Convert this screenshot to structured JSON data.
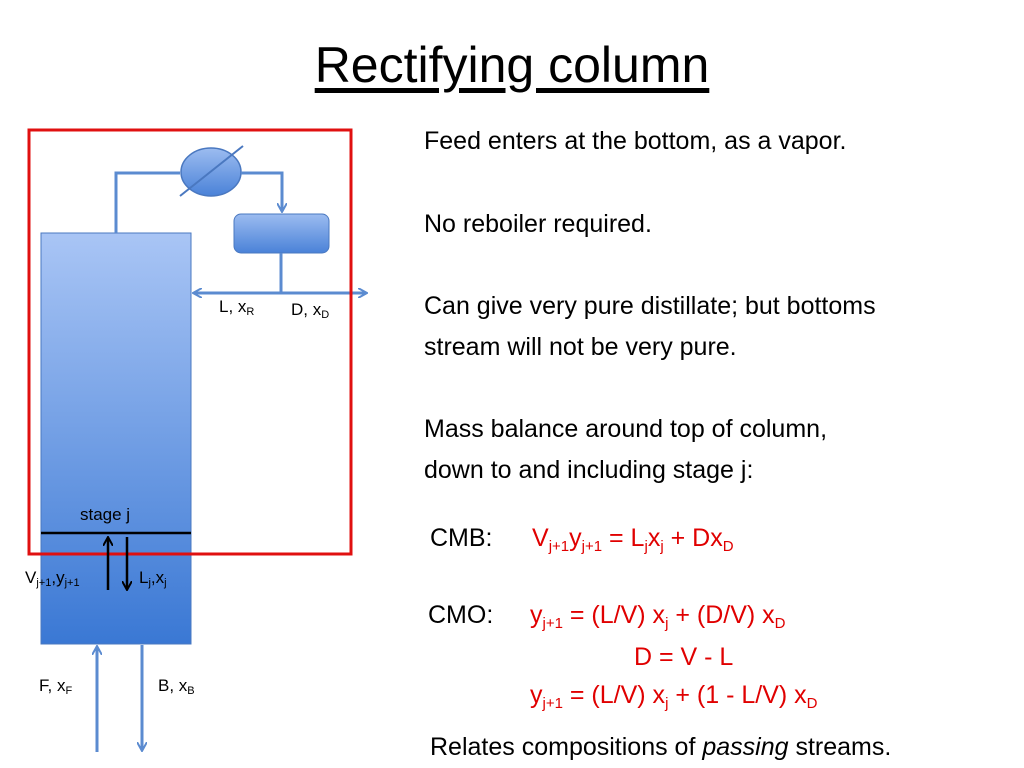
{
  "title": "Rectifying column",
  "diagram": {
    "label_reflux_main": "L, x",
    "label_reflux_sub": "R",
    "label_distillate_main": "D, x",
    "label_distillate_sub": "D",
    "label_stage": "stage j",
    "label_vapor_v": "V",
    "label_vapor_v_sub": "j+1",
    "label_vapor_y": ",y",
    "label_vapor_y_sub": "j+1",
    "label_liquid_l": "L",
    "label_liquid_l_sub": "j",
    "label_liquid_x": ",x",
    "label_liquid_x_sub": "j",
    "label_feed_main": "F, x",
    "label_feed_sub": "F",
    "label_bottoms_main": "B, x",
    "label_bottoms_sub": "B"
  },
  "text": {
    "line1": "Feed enters at the bottom, as a vapor.",
    "line2": "No reboiler required.",
    "line3a": "Can give very pure distillate; but bottoms",
    "line3b": "stream will not be very pure.",
    "line4a": "Mass balance around top of column,",
    "line4b": "down to and including stage j:",
    "last_pre": "Relates compositions of ",
    "last_italic": "passing",
    "last_post": " streams."
  },
  "equations": {
    "cmb_label": "CMB:",
    "cmb_V": "V",
    "cmb_V_sub": "j+1",
    "cmb_y": "y",
    "cmb_y_sub": "j+1",
    "cmb_eq_L": " = L",
    "cmb_L_sub": "j",
    "cmb_x": "x",
    "cmb_x_sub": "j",
    "cmb_plus_D": " + Dx",
    "cmb_D_sub": "D",
    "cmo_label": "CMO:",
    "cmo1_y": "y",
    "cmo1_y_sub": "j+1",
    "cmo1_mid": " = (L/V) x",
    "cmo1_x_sub": "j",
    "cmo1_end": " + (D/V) x",
    "cmo1_D_sub": "D",
    "cmo2": "D = V - L",
    "cmo3_y": "y",
    "cmo3_y_sub": "j+1",
    "cmo3_mid": " = (L/V) x",
    "cmo3_x_sub": "j",
    "cmo3_end": " + (1 - L/V) x",
    "cmo3_D_sub": "D"
  },
  "colors": {
    "column_top": "#a9c5f5",
    "column_bottom": "#3a78d4",
    "stream": "#5b8bd0",
    "boundary": "#e01010",
    "equation_red": "#e00000"
  }
}
